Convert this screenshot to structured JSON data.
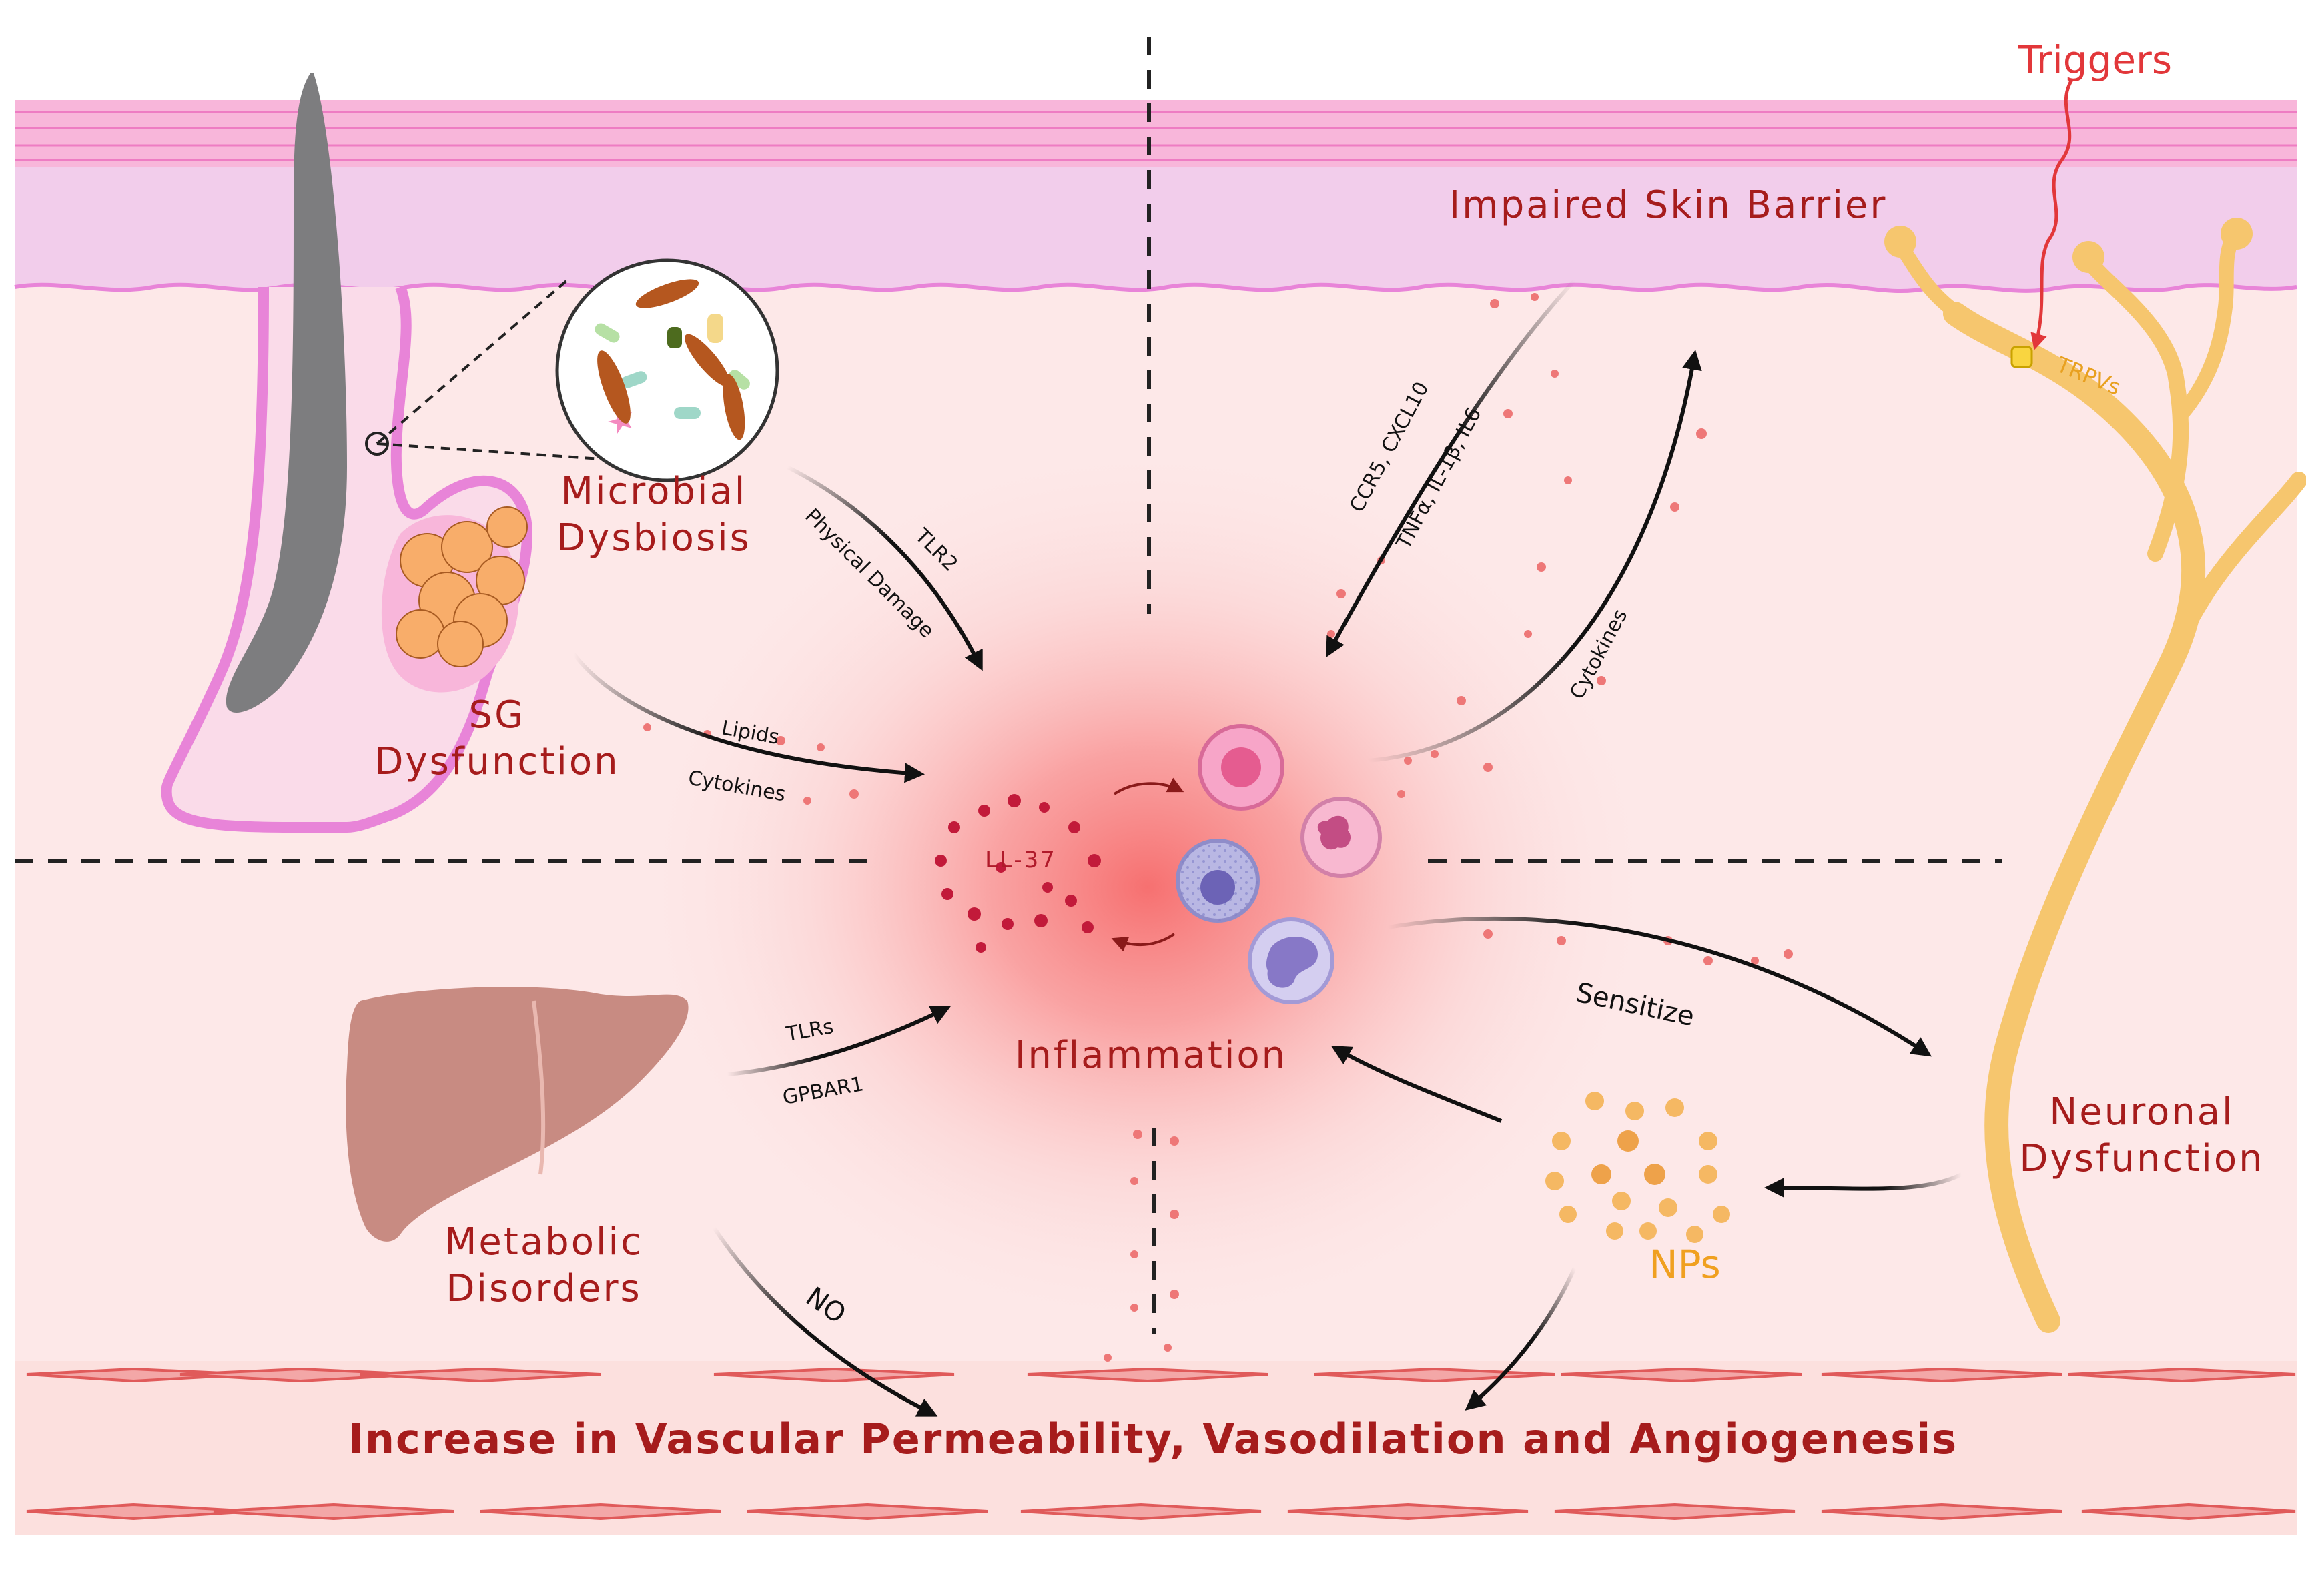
{
  "labels": {
    "triggers": "Triggers",
    "impaired_skin_barrier": "Impaired Skin Barrier",
    "trpvs": "TRPVs",
    "microbial_dysbiosis": [
      "Microbial",
      "Dysbiosis"
    ],
    "sg_dysfunction": [
      "SG",
      "Dysfunction"
    ],
    "inflammation": "Inflammation",
    "ll37": "LL-37",
    "metabolic_disorders": [
      "Metabolic",
      "Disorders"
    ],
    "neuronal_dysfunction": [
      "Neuronal",
      "Dysfunction"
    ],
    "nps": "NPs",
    "vascular": "Increase in Vascular Permeability, Vasodilation and Angiogenesis"
  },
  "arrow_labels": {
    "tlr2": "TLR2",
    "physical_damage": "Physical Damage",
    "lipids": "Lipids",
    "cytokines_sg": "Cytokines",
    "ccr5_cxcl10": "CCR5, CXCL10",
    "tnfa_il1b_il6": "TNFα, IL-1β, IL6",
    "cytokines_right": "Cytokines",
    "sensitize": "Sensitize",
    "tlrs": "TLRs",
    "gpbar1": "GPBAR1",
    "no": "NO"
  },
  "colors": {
    "title_red": "#a61c1c",
    "trigger_red": "#e2373a",
    "np_orange": "#f0a020",
    "skin_pink": "#e884d8",
    "nerve": "#f6c66e"
  }
}
